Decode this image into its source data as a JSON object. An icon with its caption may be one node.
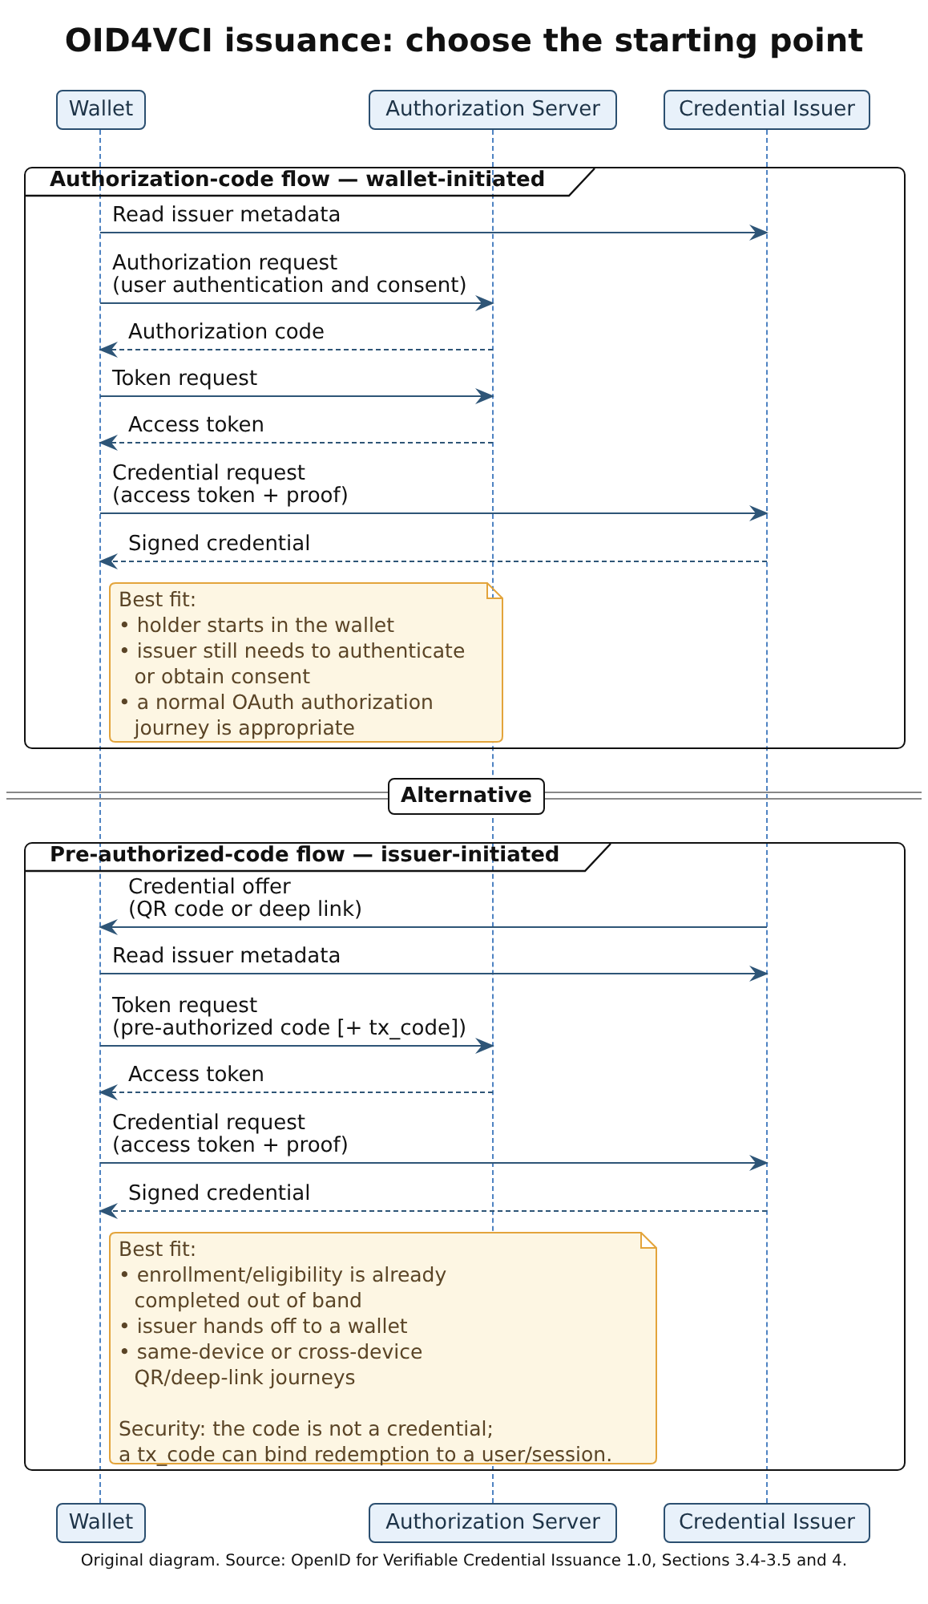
{
  "diagram": {
    "title": "OID4VCI issuance: choose the starting point",
    "caption": "Original diagram. Source: OpenID for Verifiable Credential Issuance 1.0, Sections 3.4-3.5 and 4.",
    "nodes": [
      {
        "text": [
          "Wallet"
        ]
      },
      {
        "text": [
          "Authorization Server"
        ]
      },
      {
        "text": [
          "Credential Issuer"
        ]
      },
      {
        "text": [],
        "shape": "line"
      },
      {
        "text": [],
        "shape": "line"
      },
      {
        "text": [],
        "shape": "line"
      },
      {
        "text": [
          "Authorization-code flow — wallet-initiated"
        ]
      },
      {
        "text": [
          "Best fit:",
          "• holder starts in the wallet",
          "• issuer still needs to authenticate or obtain consent",
          "• a normal OAuth authorization journey is appropriate"
        ],
        "in": 6
      },
      {
        "text": [
          "Alternative"
        ]
      },
      {
        "text": [
          "Pre-authorized-code flow — issuer-initiated"
        ]
      },
      {
        "text": [
          "Best fit:",
          "• enrollment/eligibility is already completed out of band",
          "• issuer hands off to a wallet",
          "• same-device or cross-device QR/deep-link journeys",
          "Security: the code is not a credential;",
          "a tx_code can bind redemption to a user/session."
        ],
        "in": 9
      },
      {
        "text": [
          "Wallet"
        ]
      },
      {
        "text": [
          "Authorization Server"
        ]
      },
      {
        "text": [
          "Credential Issuer"
        ]
      }
    ],
    "edges": [
      {
        "from": 3,
        "to": 5,
        "label": "Read issuer metadata",
        "arrow": "to"
      },
      {
        "from": 3,
        "to": 4,
        "label": "Authorization request (user authentication and consent)",
        "arrow": "to"
      },
      {
        "from": 4,
        "to": 3,
        "label": "Authorization code",
        "arrow": "to",
        "style": "dashed"
      },
      {
        "from": 3,
        "to": 4,
        "label": "Token request",
        "arrow": "to"
      },
      {
        "from": 4,
        "to": 3,
        "label": "Access token",
        "arrow": "to",
        "style": "dashed"
      },
      {
        "from": 3,
        "to": 5,
        "label": "Credential request (access token + proof)",
        "arrow": "to"
      },
      {
        "from": 5,
        "to": 3,
        "label": "Signed credential",
        "arrow": "to",
        "style": "dashed"
      },
      {
        "from": 5,
        "to": 3,
        "label": "Credential offer (QR code or deep link)",
        "arrow": "to"
      },
      {
        "from": 3,
        "to": 5,
        "label": "Read issuer metadata",
        "arrow": "to"
      },
      {
        "from": 3,
        "to": 4,
        "label": "Token request (pre-authorized code [+ tx_code])",
        "arrow": "to"
      },
      {
        "from": 4,
        "to": 3,
        "label": "Access token",
        "arrow": "to",
        "style": "dashed"
      },
      {
        "from": 3,
        "to": 5,
        "label": "Credential request (access token + proof)",
        "arrow": "to"
      },
      {
        "from": 5,
        "to": 3,
        "label": "Signed credential",
        "arrow": "to",
        "style": "dashed"
      }
    ]
  }
}
